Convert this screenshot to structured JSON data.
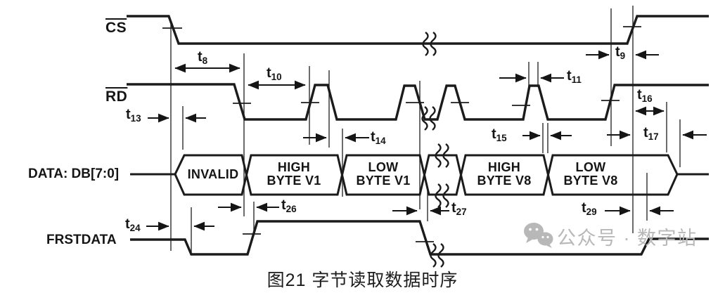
{
  "figure": {
    "caption": "图21 字节读取数据时序"
  },
  "signals": {
    "cs": {
      "label": "CS"
    },
    "rd": {
      "label": "RD"
    },
    "data_bus": {
      "label": "DATA: DB[7:0]"
    },
    "frstdata": {
      "label": "FRSTDATA"
    }
  },
  "bus_values": {
    "invalid": {
      "line1": "INVALID",
      "line2": ""
    },
    "high_byte_v1": {
      "line1": "HIGH",
      "line2": "BYTE V1"
    },
    "low_byte_v1": {
      "line1": "LOW",
      "line2": "BYTE V1"
    },
    "high_byte_v8": {
      "line1": "HIGH",
      "line2": "BYTE V8"
    },
    "low_byte_v8": {
      "line1": "LOW",
      "line2": "BYTE V8"
    }
  },
  "timing_labels": {
    "t8": {
      "base": "t",
      "sub": "8"
    },
    "t9": {
      "base": "t",
      "sub": "9"
    },
    "t10": {
      "base": "t",
      "sub": "10"
    },
    "t11": {
      "base": "t",
      "sub": "11"
    },
    "t13": {
      "base": "t",
      "sub": "13"
    },
    "t14": {
      "base": "t",
      "sub": "14"
    },
    "t15": {
      "base": "t",
      "sub": "15"
    },
    "t16": {
      "base": "t",
      "sub": "16"
    },
    "t17": {
      "base": "t",
      "sub": "17"
    },
    "t24": {
      "base": "t",
      "sub": "24"
    },
    "t26": {
      "base": "t",
      "sub": "26"
    },
    "t27": {
      "base": "t",
      "sub": "27"
    },
    "t29": {
      "base": "t",
      "sub": "29"
    }
  },
  "watermark": {
    "text": "公众号 · 数字站",
    "icon": "wechat-icon"
  },
  "colors": {
    "line": "#1b1b1b",
    "background": "#ffffff",
    "watermark": "#b8b8b8",
    "caption": "#1c1c1c"
  }
}
